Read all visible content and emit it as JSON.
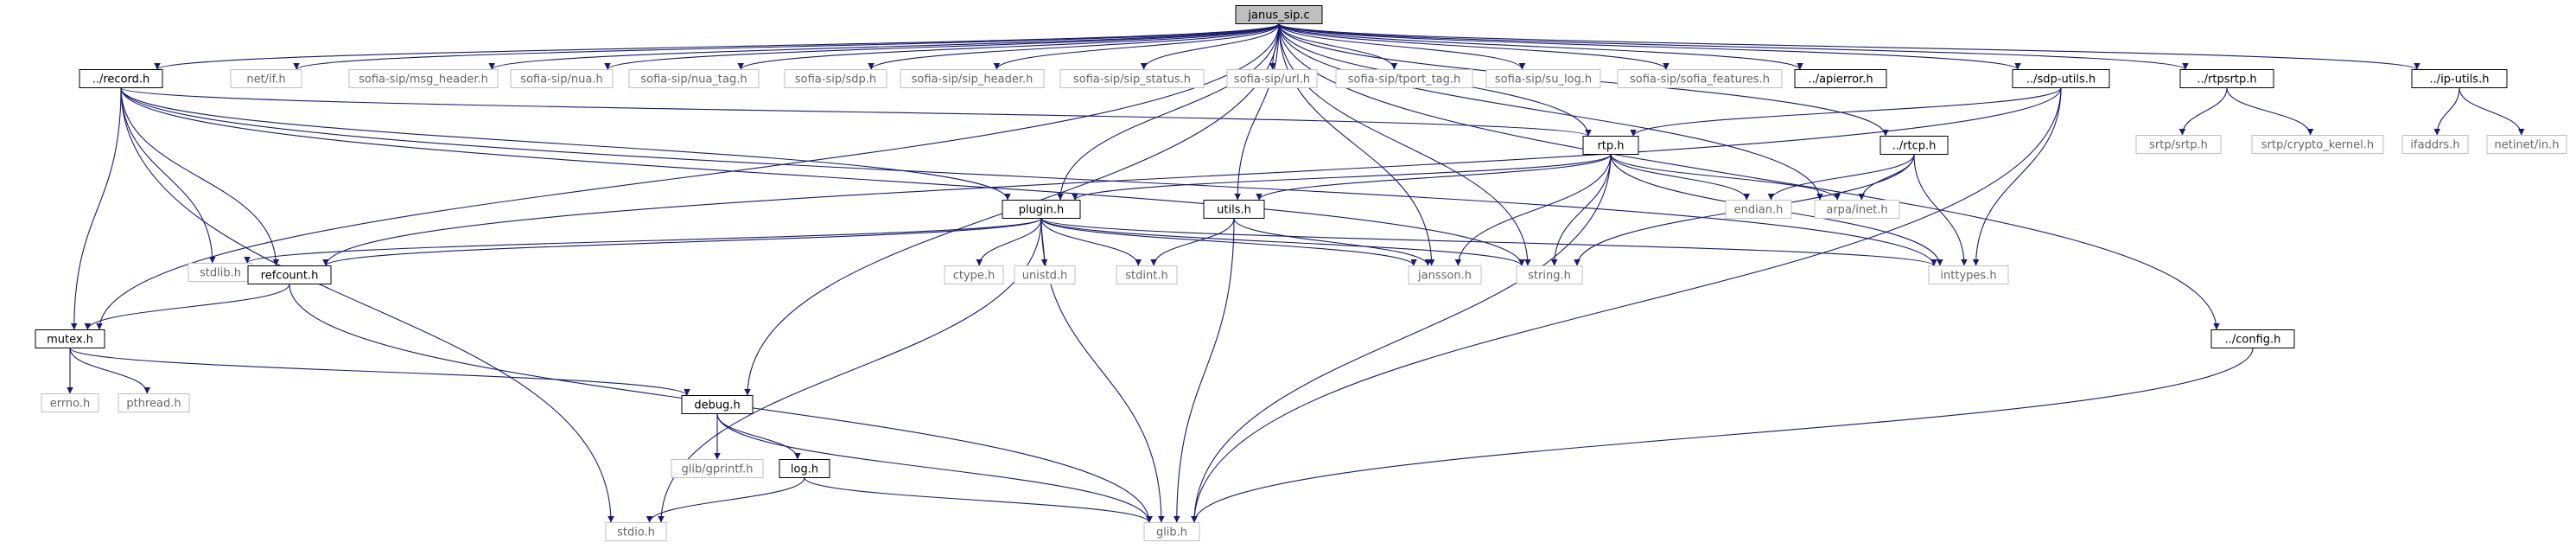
{
  "graph": {
    "colors": {
      "edge": "#191970",
      "root_fill": "#bfbfbf",
      "documented_border": "#000000",
      "documented_text": "#000000",
      "undocumented_border": "#bfbfbf",
      "undocumented_text": "#666666",
      "fill": "#ffffff"
    },
    "nodes": {
      "janus_sip": {
        "label": "janus_sip.c",
        "kind": "root"
      },
      "record": {
        "label": "../record.h",
        "kind": "documented"
      },
      "net_if": {
        "label": "net/if.h",
        "kind": "external"
      },
      "msg_header": {
        "label": "sofia-sip/msg_header.h",
        "kind": "external"
      },
      "nua": {
        "label": "sofia-sip/nua.h",
        "kind": "external"
      },
      "nua_tag": {
        "label": "sofia-sip/nua_tag.h",
        "kind": "external"
      },
      "sdp": {
        "label": "sofia-sip/sdp.h",
        "kind": "external"
      },
      "sip_header": {
        "label": "sofia-sip/sip_header.h",
        "kind": "external"
      },
      "sip_status": {
        "label": "sofia-sip/sip_status.h",
        "kind": "external"
      },
      "url": {
        "label": "sofia-sip/url.h",
        "kind": "external"
      },
      "tport_tag": {
        "label": "sofia-sip/tport_tag.h",
        "kind": "external"
      },
      "su_log": {
        "label": "sofia-sip/su_log.h",
        "kind": "external"
      },
      "sofia_features": {
        "label": "sofia-sip/sofia_features.h",
        "kind": "external"
      },
      "apierror": {
        "label": "../apierror.h",
        "kind": "documented"
      },
      "sdp_utils": {
        "label": "../sdp-utils.h",
        "kind": "documented"
      },
      "rtpsrtp": {
        "label": "../rtpsrtp.h",
        "kind": "documented"
      },
      "ip_utils": {
        "label": "../ip-utils.h",
        "kind": "documented"
      },
      "rtp": {
        "label": "rtp.h",
        "kind": "documented"
      },
      "rtcp": {
        "label": "../rtcp.h",
        "kind": "documented"
      },
      "srtp_h": {
        "label": "srtp/srtp.h",
        "kind": "external"
      },
      "crypto_kernel": {
        "label": "srtp/crypto_kernel.h",
        "kind": "external"
      },
      "ifaddrs": {
        "label": "ifaddrs.h",
        "kind": "external"
      },
      "netinet_in": {
        "label": "netinet/in.h",
        "kind": "external"
      },
      "plugin": {
        "label": "plugin.h",
        "kind": "documented"
      },
      "utils": {
        "label": "utils.h",
        "kind": "documented"
      },
      "endian": {
        "label": "endian.h",
        "kind": "external"
      },
      "arpa_inet": {
        "label": "arpa/inet.h",
        "kind": "external"
      },
      "stdlib": {
        "label": "stdlib.h",
        "kind": "external"
      },
      "refcount": {
        "label": "refcount.h",
        "kind": "documented"
      },
      "ctype": {
        "label": "ctype.h",
        "kind": "external"
      },
      "unistd": {
        "label": "unistd.h",
        "kind": "external"
      },
      "stdint": {
        "label": "stdint.h",
        "kind": "external"
      },
      "jansson": {
        "label": "jansson.h",
        "kind": "external"
      },
      "string_h": {
        "label": "string.h",
        "kind": "external"
      },
      "inttypes": {
        "label": "inttypes.h",
        "kind": "external"
      },
      "mutex": {
        "label": "mutex.h",
        "kind": "documented"
      },
      "errno": {
        "label": "errno.h",
        "kind": "external"
      },
      "pthread": {
        "label": "pthread.h",
        "kind": "external"
      },
      "debug": {
        "label": "debug.h",
        "kind": "documented"
      },
      "gprintf": {
        "label": "glib/gprintf.h",
        "kind": "external"
      },
      "log": {
        "label": "log.h",
        "kind": "documented"
      },
      "stdio": {
        "label": "stdio.h",
        "kind": "external"
      },
      "glib": {
        "label": "glib.h",
        "kind": "external"
      },
      "config": {
        "label": "../config.h",
        "kind": "documented"
      }
    },
    "edges": [
      [
        "janus_sip",
        "record"
      ],
      [
        "janus_sip",
        "net_if"
      ],
      [
        "janus_sip",
        "msg_header"
      ],
      [
        "janus_sip",
        "nua"
      ],
      [
        "janus_sip",
        "nua_tag"
      ],
      [
        "janus_sip",
        "sdp"
      ],
      [
        "janus_sip",
        "sip_header"
      ],
      [
        "janus_sip",
        "sip_status"
      ],
      [
        "janus_sip",
        "url"
      ],
      [
        "janus_sip",
        "tport_tag"
      ],
      [
        "janus_sip",
        "su_log"
      ],
      [
        "janus_sip",
        "sofia_features"
      ],
      [
        "janus_sip",
        "apierror"
      ],
      [
        "janus_sip",
        "sdp_utils"
      ],
      [
        "janus_sip",
        "rtpsrtp"
      ],
      [
        "janus_sip",
        "ip_utils"
      ],
      [
        "janus_sip",
        "rtp"
      ],
      [
        "janus_sip",
        "rtcp"
      ],
      [
        "janus_sip",
        "plugin"
      ],
      [
        "janus_sip",
        "utils"
      ],
      [
        "janus_sip",
        "mutex"
      ],
      [
        "janus_sip",
        "debug"
      ],
      [
        "janus_sip",
        "config"
      ],
      [
        "janus_sip",
        "jansson"
      ],
      [
        "janus_sip",
        "arpa_inet"
      ],
      [
        "janus_sip",
        "string_h"
      ],
      [
        "record",
        "stdlib"
      ],
      [
        "record",
        "refcount"
      ],
      [
        "record",
        "mutex"
      ],
      [
        "record",
        "stdio"
      ],
      [
        "record",
        "rtp"
      ],
      [
        "record",
        "inttypes"
      ],
      [
        "record",
        "string_h"
      ],
      [
        "record",
        "plugin"
      ],
      [
        "sdp_utils",
        "rtp"
      ],
      [
        "sdp_utils",
        "inttypes"
      ],
      [
        "sdp_utils",
        "glib"
      ],
      [
        "sdp_utils",
        "refcount"
      ],
      [
        "rtpsrtp",
        "srtp_h"
      ],
      [
        "rtpsrtp",
        "crypto_kernel"
      ],
      [
        "ip_utils",
        "ifaddrs"
      ],
      [
        "ip_utils",
        "netinet_in"
      ],
      [
        "rtp",
        "endian"
      ],
      [
        "rtp",
        "arpa_inet"
      ],
      [
        "rtp",
        "inttypes"
      ],
      [
        "rtp",
        "jansson"
      ],
      [
        "rtp",
        "string_h"
      ],
      [
        "rtp",
        "glib"
      ],
      [
        "rtp",
        "plugin"
      ],
      [
        "rtp",
        "utils"
      ],
      [
        "rtcp",
        "endian"
      ],
      [
        "rtcp",
        "arpa_inet"
      ],
      [
        "rtcp",
        "inttypes"
      ],
      [
        "rtcp",
        "string_h"
      ],
      [
        "plugin",
        "stdlib"
      ],
      [
        "plugin",
        "ctype"
      ],
      [
        "plugin",
        "unistd"
      ],
      [
        "plugin",
        "stdint"
      ],
      [
        "plugin",
        "jansson"
      ],
      [
        "plugin",
        "string_h"
      ],
      [
        "plugin",
        "inttypes"
      ],
      [
        "plugin",
        "refcount"
      ],
      [
        "plugin",
        "glib"
      ],
      [
        "plugin",
        "stdio"
      ],
      [
        "utils",
        "stdint"
      ],
      [
        "utils",
        "jansson"
      ],
      [
        "utils",
        "glib"
      ],
      [
        "refcount",
        "mutex"
      ],
      [
        "refcount",
        "glib"
      ],
      [
        "mutex",
        "errno"
      ],
      [
        "mutex",
        "pthread"
      ],
      [
        "mutex",
        "debug"
      ],
      [
        "debug",
        "gprintf"
      ],
      [
        "debug",
        "log"
      ],
      [
        "debug",
        "glib"
      ],
      [
        "log",
        "stdio"
      ],
      [
        "log",
        "glib"
      ],
      [
        "config",
        "glib"
      ]
    ]
  }
}
